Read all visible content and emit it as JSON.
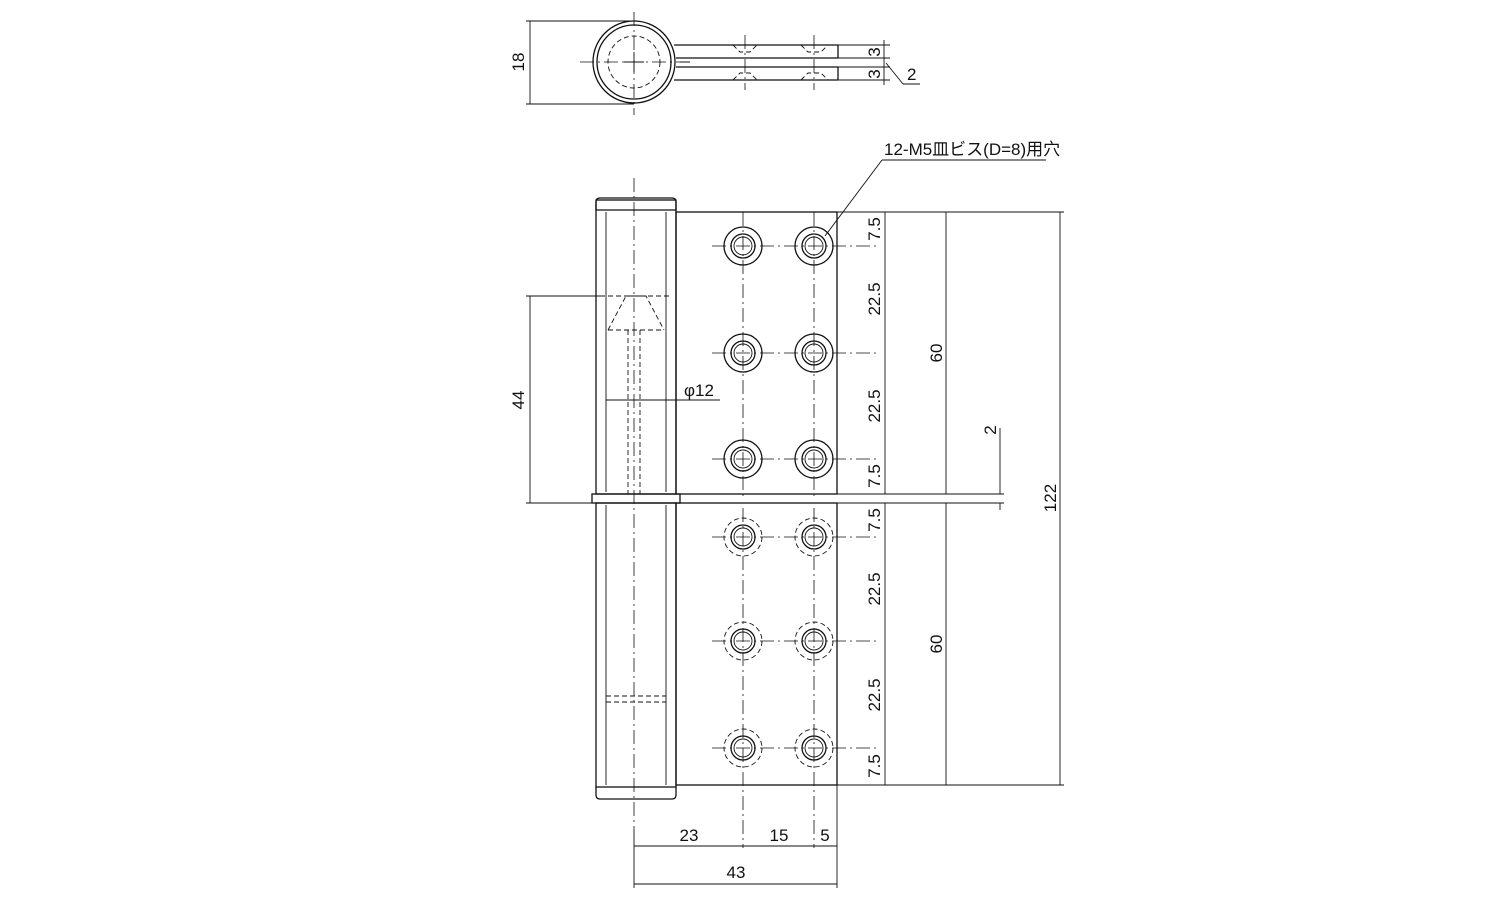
{
  "drawing": {
    "callout": "12-M5皿ビス(D=8)用穴",
    "top_view": {
      "diameter_height": "18",
      "leaf_thickness_upper": "3",
      "leaf_thickness_lower": "3",
      "leaf_gap": "2"
    },
    "front_view": {
      "pin_diameter": "φ12",
      "pin_insertion": "44",
      "upper_spacing": [
        "7.5",
        "22.5",
        "22.5",
        "7.5"
      ],
      "lower_spacing": [
        "7.5",
        "22.5",
        "22.5",
        "7.5"
      ],
      "upper_leaf_height": "60",
      "lower_leaf_height": "60",
      "knuckle_gap": "2",
      "total_height": "122",
      "width_a": "23",
      "width_b": "15",
      "width_c": "5",
      "total_width": "43"
    }
  }
}
